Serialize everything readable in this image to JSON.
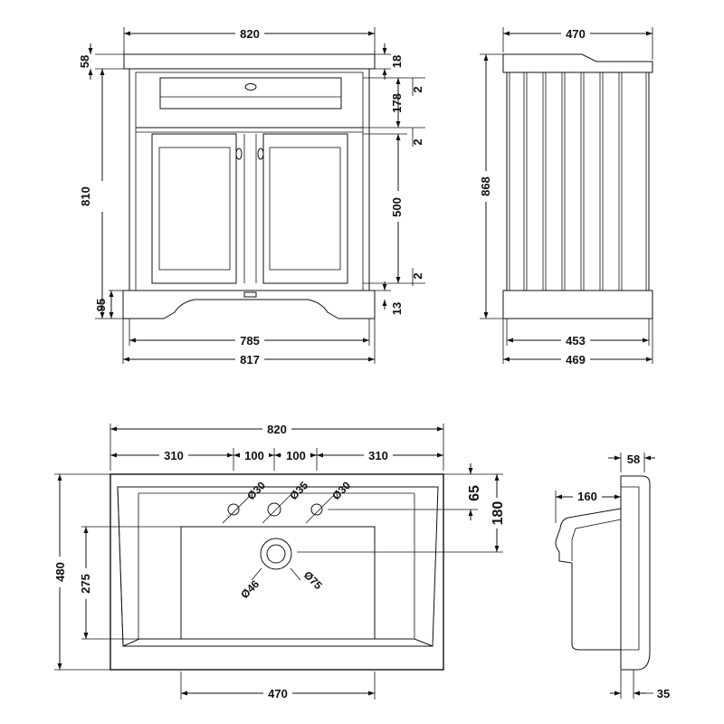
{
  "front_view": {
    "width_top": "820",
    "top_thickness": "58",
    "top_gap": "18",
    "height_total": "810",
    "drawer_height": "178",
    "gap_upper": "2",
    "gap_mid": "2",
    "door_height": "500",
    "gap_lower": "2",
    "plinth_gap": "13",
    "plinth_height": "95",
    "inner_width": "785",
    "outer_width": "817"
  },
  "side_view": {
    "depth_top": "470",
    "height_total": "868",
    "depth_inner": "453",
    "depth_outer": "469"
  },
  "basin_plan": {
    "width": "820",
    "left_offset": "310",
    "tap_spacing_left": "100",
    "tap_spacing_right": "100",
    "right_offset": "310",
    "hole_left_dia": "Ø30",
    "hole_center_dia": "Ø35",
    "hole_right_dia": "Ø30",
    "tap_row_offset": "65",
    "waste_offset": "180",
    "depth": "480",
    "bowl_depth": "275",
    "waste_inner_dia": "Ø46",
    "waste_outer_dia": "Ø75",
    "bowl_width": "470"
  },
  "basin_section": {
    "rim_thickness": "58",
    "overhang": "160",
    "base_offset": "35"
  }
}
